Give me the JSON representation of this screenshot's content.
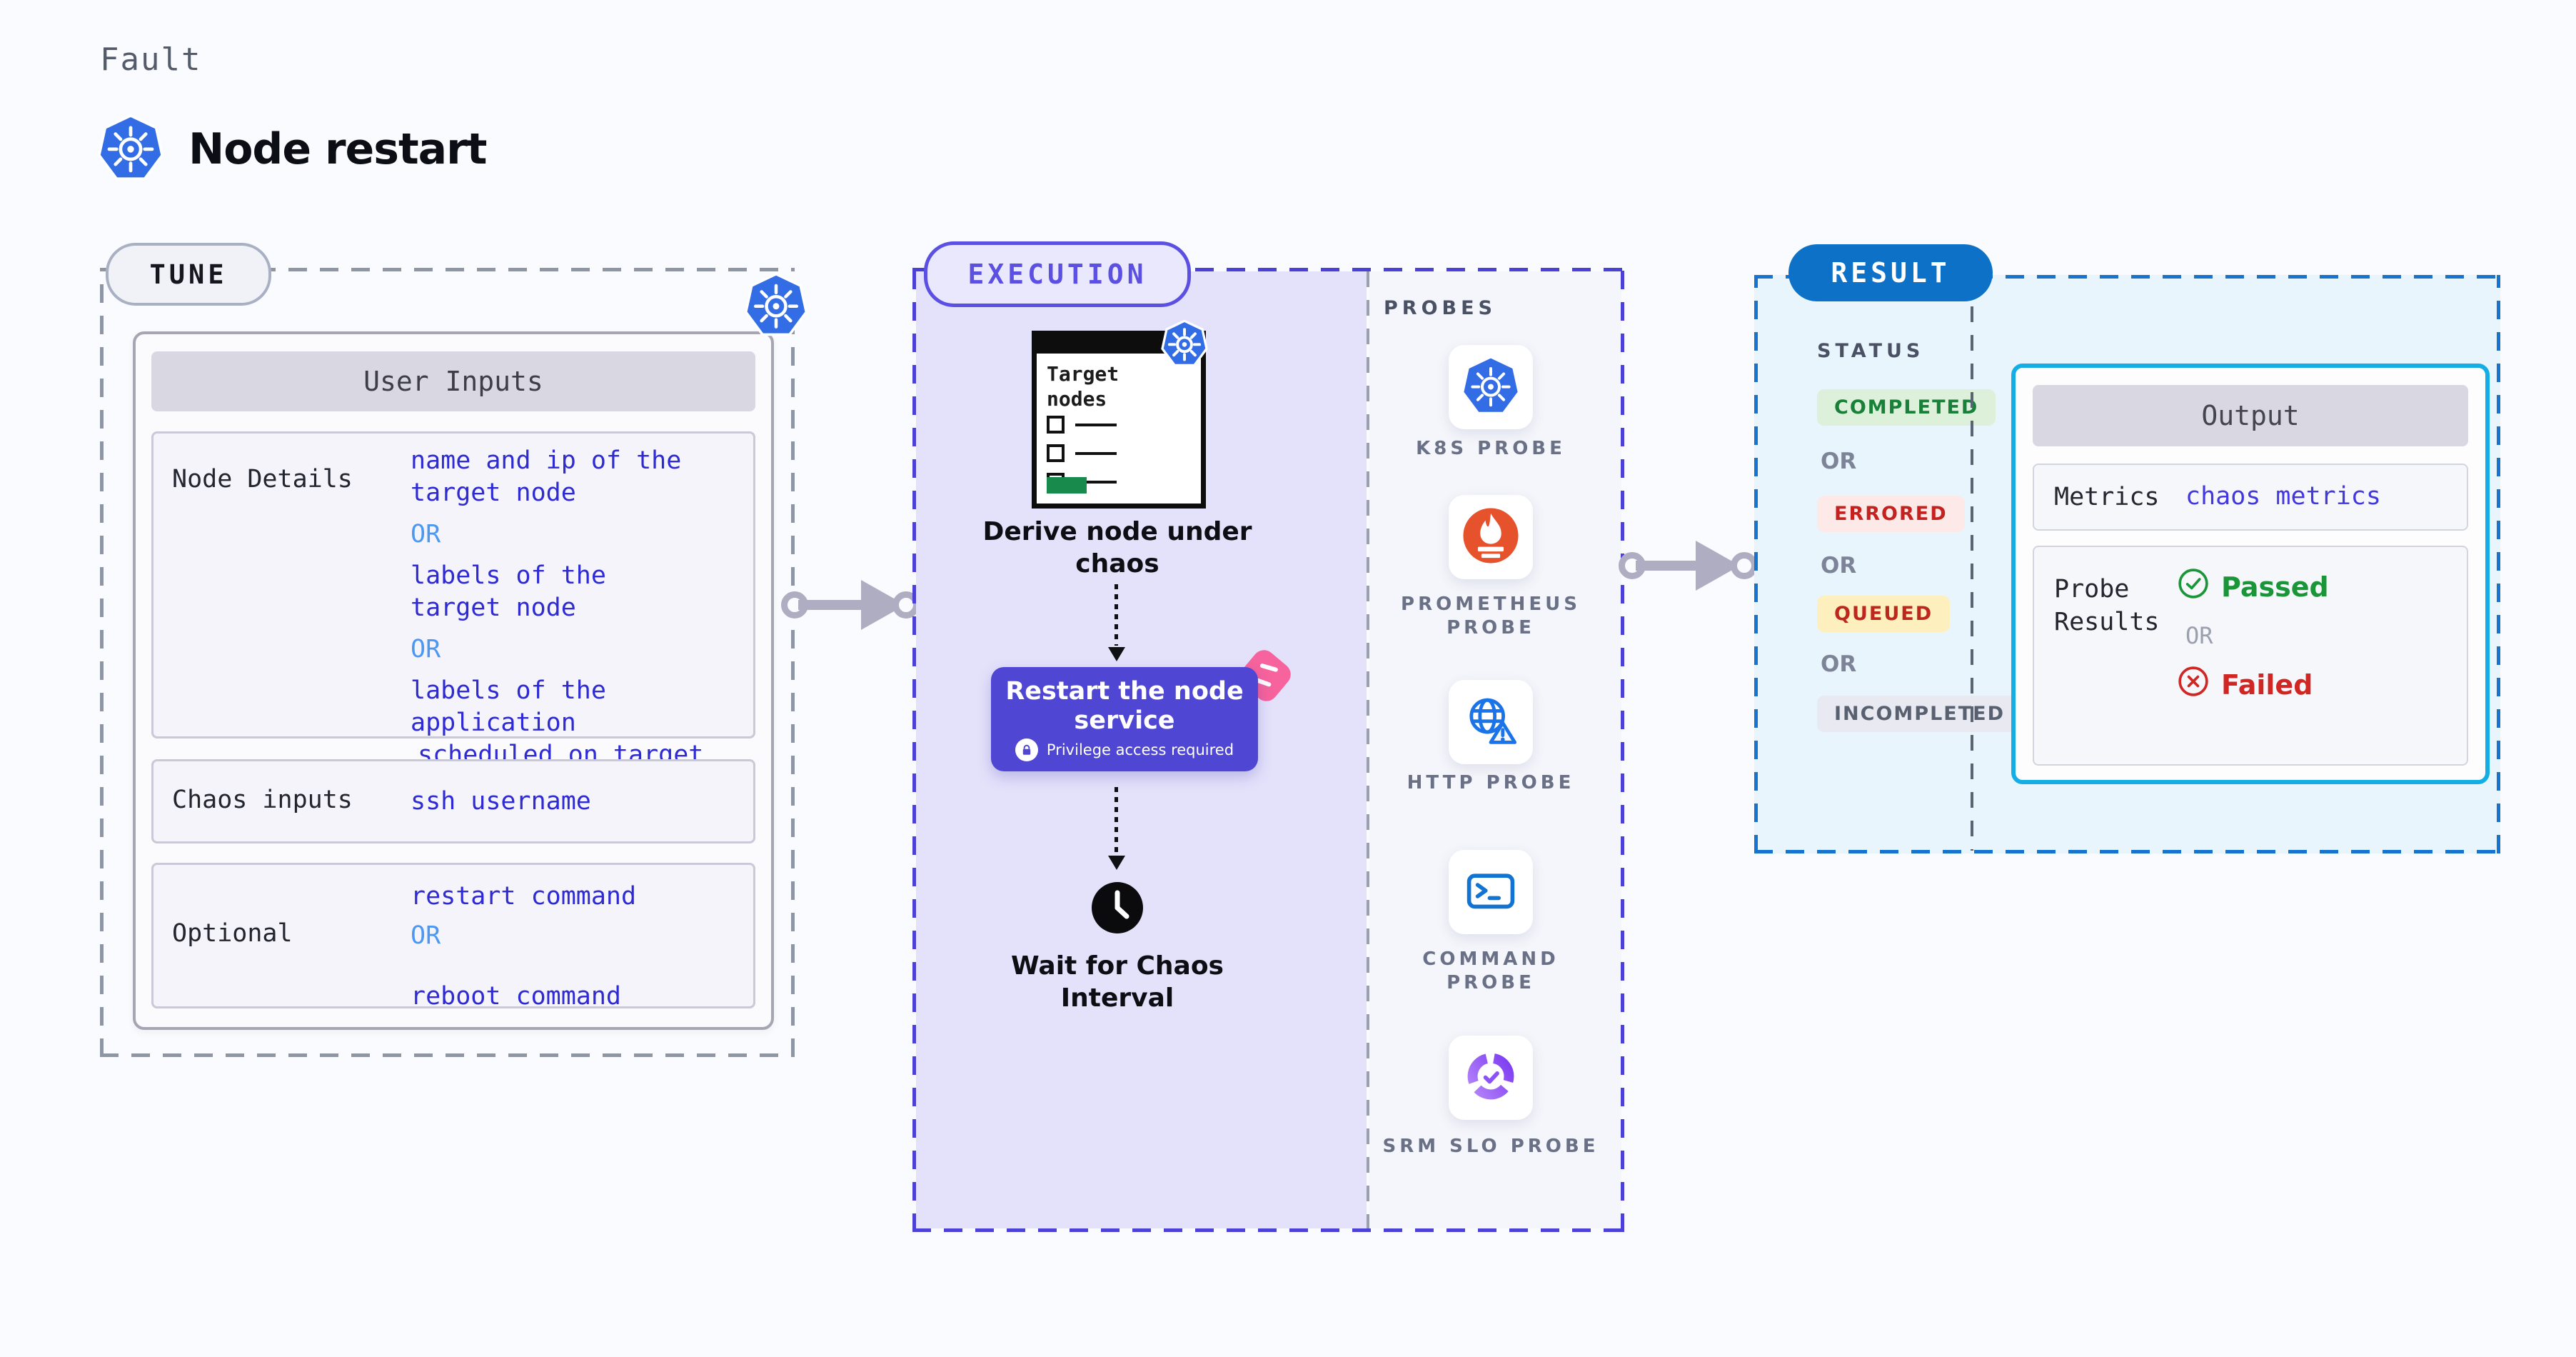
{
  "header": {
    "eyebrow": "Fault",
    "title": "Node restart"
  },
  "tune": {
    "pill": "TUNE",
    "table_header": "User Inputs",
    "rows": [
      {
        "label": "Node Details",
        "lines": [
          {
            "text": "name and ip of the"
          },
          {
            "text": "target node"
          },
          {
            "text": "OR"
          },
          {
            "text": "labels of the"
          },
          {
            "text": "target node"
          },
          {
            "text": "OR"
          },
          {
            "text": "labels of the application"
          },
          {
            "text": "scheduled on target node"
          }
        ]
      },
      {
        "label": "Chaos inputs",
        "lines": [
          {
            "text": "ssh username"
          }
        ]
      },
      {
        "label": "Optional",
        "lines": [
          {
            "text": "restart command"
          },
          {
            "text": "OR"
          },
          {
            "text": "reboot command"
          }
        ]
      }
    ]
  },
  "execution": {
    "pill": "EXECUTION",
    "clipboard_title": "Target nodes",
    "derive_label": "Derive node under chaos",
    "restart_title": "Restart the node service",
    "restart_caption": "Privilege access required",
    "wait_label": "Wait for Chaos Interval"
  },
  "probes": {
    "header": "PROBES",
    "items": [
      {
        "label": "K8S PROBE",
        "icon": "kubernetes-icon"
      },
      {
        "label": "PROMETHEUS PROBE",
        "icon": "prometheus-icon"
      },
      {
        "label": "HTTP PROBE",
        "icon": "globe-warning-icon"
      },
      {
        "label": "COMMAND PROBE",
        "icon": "terminal-icon"
      },
      {
        "label": "SRM SLO PROBE",
        "icon": "slo-donut-check-icon"
      }
    ]
  },
  "result": {
    "pill": "RESULT",
    "status_header": "STATUS",
    "or_separator": "OR",
    "statuses": [
      {
        "label": "COMPLETED",
        "text_color": "#188038",
        "bg_color": "#dcf0da"
      },
      {
        "label": "ERRORED",
        "text_color": "#c5221f",
        "bg_color": "#fce9e8"
      },
      {
        "label": "QUEUED",
        "text_color": "#bf261e",
        "bg_color": "#fdefbe"
      },
      {
        "label": "INCOMPLETED",
        "text_color": "#596070",
        "bg_color": "#e8e9f1"
      }
    ],
    "output": {
      "header": "Output",
      "metrics_label": "Metrics",
      "metrics_value": "chaos metrics",
      "probe_results_label": "Probe Results",
      "passed": "Passed",
      "or": "OR",
      "failed": "Failed"
    }
  },
  "colors": {
    "kubernetes_blue": "#326de6",
    "execution_purple": "#5b50e2",
    "execution_fill": "#e4e2fa",
    "result_blue": "#0d71c8",
    "result_fill": "#e8f5fc",
    "output_cyan": "#14aee5",
    "value_indigo": "#2e2ad4",
    "or_blue": "#4c97f2",
    "passed_green": "#1a9639",
    "failed_red": "#d02724",
    "prometheus_orange": "#e6522c",
    "chaos_pink": "#f7639c",
    "target_green": "#178a4c",
    "arrow_gray": "#aeadc2"
  }
}
